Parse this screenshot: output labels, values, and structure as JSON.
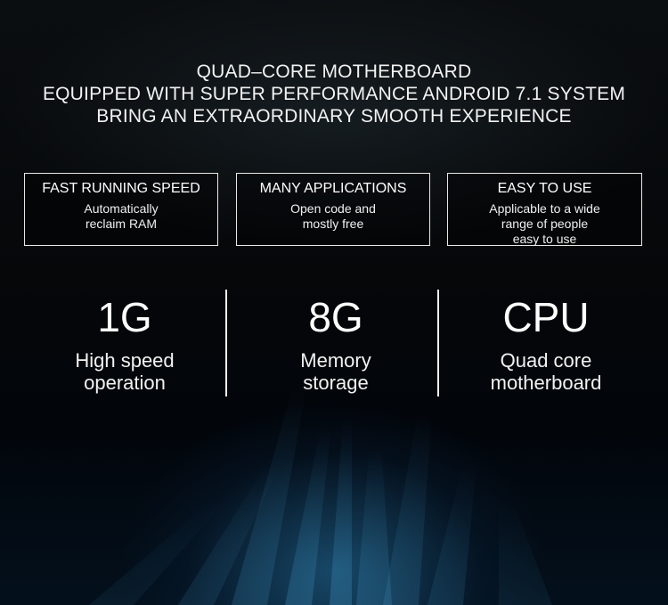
{
  "headline": {
    "line1": "QUAD–CORE MOTHERBOARD",
    "line2": "EQUIPPED WITH SUPER PERFORMANCE ANDROID 7.1 SYSTEM",
    "line3": "BRING AN EXTRAORDINARY SMOOTH EXPERIENCE"
  },
  "features": [
    {
      "title": "FAST RUNNING SPEED",
      "desc": "Automatically\nreclaim RAM"
    },
    {
      "title": "MANY APPLICATIONS",
      "desc": "Open code and\nmostly free"
    },
    {
      "title": "EASY TO USE",
      "desc": "Applicable to a wide\nrange of people\neasy to use"
    }
  ],
  "stats": [
    {
      "value": "1G",
      "label": "High speed\noperation"
    },
    {
      "value": "8G",
      "label": "Memory\nstorage"
    },
    {
      "value": "CPU",
      "label": "Quad core\nmotherboard"
    }
  ],
  "colors": {
    "background": "#000000",
    "glow": "#2878aa",
    "text": "#ffffff"
  }
}
